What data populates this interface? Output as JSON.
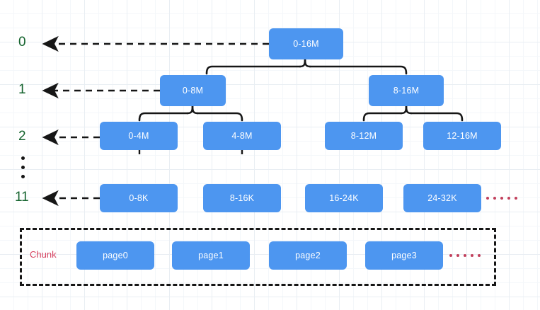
{
  "diagram": {
    "title": "buddy-allocator-tree",
    "colors": {
      "node_fill": "#4d96f0",
      "node_text": "#ffffff",
      "level_label": "#14632e",
      "chunk_label": "#d6415f",
      "ellipsis_dot": "#c2405c",
      "connector": "#161616",
      "grid_minor": "#f4f7fa",
      "grid_major": "#e9eef3",
      "background": "#ffffff"
    },
    "levels": [
      {
        "label": "0",
        "nodes": [
          "0-16M"
        ]
      },
      {
        "label": "1",
        "nodes": [
          "0-8M",
          "8-16M"
        ]
      },
      {
        "label": "2",
        "nodes": [
          "0-4M",
          "4-8M",
          "8-12M",
          "12-16M"
        ]
      },
      {
        "label": "11",
        "nodes": [
          "0-8K",
          "8-16K",
          "16-24K",
          "24-32K"
        ]
      }
    ],
    "level_labels": {
      "l0": "0",
      "l1": "1",
      "l2": "2",
      "l11": "11"
    },
    "nodes": {
      "n0_0": "0-16M",
      "n1_0": "0-8M",
      "n1_1": "8-16M",
      "n2_0": "0-4M",
      "n2_1": "4-8M",
      "n2_2": "8-12M",
      "n2_3": "12-16M",
      "n11_0": "0-8K",
      "n11_1": "8-16K",
      "n11_2": "16-24K",
      "n11_3": "24-32K"
    },
    "chunk": {
      "label": "Chunk",
      "pages": [
        "page0",
        "page1",
        "page2",
        "page3"
      ],
      "page0": "page0",
      "page1": "page1",
      "page2": "page2",
      "page3": "page3"
    },
    "ellipsis": {
      "level11_dots": 5,
      "chunk_dots": 5,
      "vertical_dots": 3
    }
  }
}
